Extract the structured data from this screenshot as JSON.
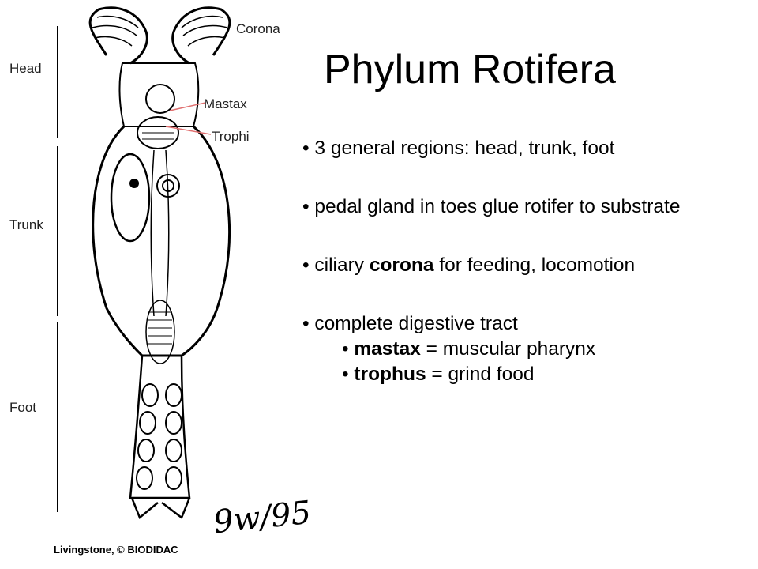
{
  "slide": {
    "title": "Phylum Rotifera",
    "bullets": {
      "b1": "• 3 general regions: head, trunk, foot",
      "b2": "• pedal gland in toes glue rotifer to substrate",
      "b3_pre": "• ciliary ",
      "b3_bold": "corona",
      "b3_post": " for feeding, locomotion",
      "b4": "• complete digestive tract",
      "sub1_bullet": "• ",
      "sub1_bold": "mastax",
      "sub1_post": " = muscular pharynx",
      "sub2_bullet": "• ",
      "sub2_bold": "trophus",
      "sub2_post": " = grind food"
    }
  },
  "figure": {
    "labels": {
      "corona": "Corona",
      "head": "Head",
      "mastax": "Mastax",
      "trophi": "Trophi",
      "trunk": "Trunk",
      "foot": "Foot"
    },
    "signature": "9w/95",
    "credit_name": "Livingstone, ©",
    "credit_org": "BIODIDAC"
  },
  "colors": {
    "pointer_line": "#e07070",
    "ink": "#000000"
  }
}
